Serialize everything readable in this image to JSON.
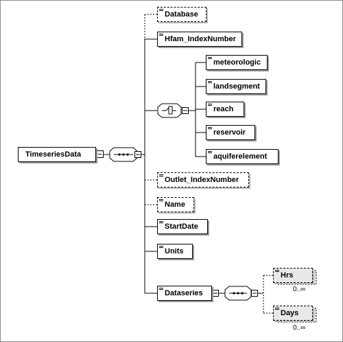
{
  "diagram": {
    "root": {
      "label": "TimeseriesData"
    },
    "children": {
      "database": {
        "label": "Database",
        "optional": true
      },
      "hfam_index": {
        "label": "Hfam_IndexNumber",
        "optional": false
      },
      "choice_items": [
        {
          "label": "meteorologic"
        },
        {
          "label": "landsegment"
        },
        {
          "label": "reach"
        },
        {
          "label": "reservoir"
        },
        {
          "label": "aquiferelement"
        }
      ],
      "outlet_index": {
        "label": "Outlet_IndexNumber",
        "optional": true
      },
      "name": {
        "label": "Name",
        "optional": true
      },
      "start_date": {
        "label": "StartDate",
        "optional": false
      },
      "units": {
        "label": "Units",
        "optional": false
      },
      "dataseries": {
        "label": "Dataseries",
        "children": [
          {
            "label": "Hrs",
            "cardinality": "0..∞"
          },
          {
            "label": "Days",
            "cardinality": "0..∞"
          }
        ]
      }
    }
  }
}
